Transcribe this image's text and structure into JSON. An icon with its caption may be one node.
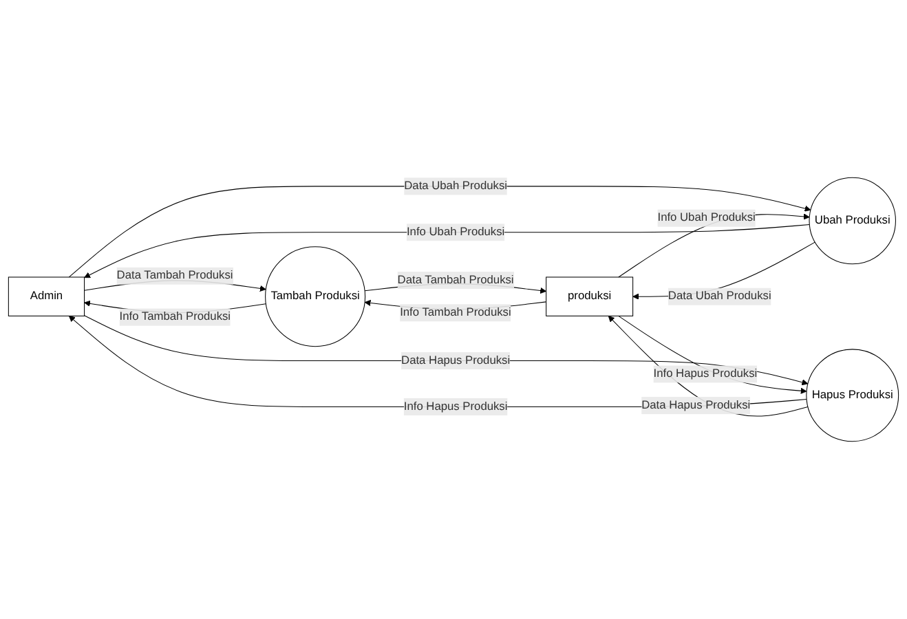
{
  "diagram": {
    "nodes": [
      {
        "text": [
          "Admin"
        ]
      },
      {
        "text": [
          "Tambah Produksi"
        ]
      },
      {
        "text": [
          "Ubah Produksi"
        ]
      },
      {
        "text": [
          "Hapus Produksi"
        ]
      },
      {
        "text": [
          "produksi"
        ]
      }
    ],
    "edges": [
      {
        "from": 0,
        "to": 1,
        "arrow": "to",
        "label": "Data Tambah Produksi"
      },
      {
        "from": 1,
        "to": 0,
        "arrow": "to",
        "label": "Info Tambah Produksi"
      },
      {
        "from": 1,
        "to": 4,
        "arrow": "to",
        "label": "Data Tambah Produksi"
      },
      {
        "from": 4,
        "to": 1,
        "arrow": "to",
        "label": "Info Tambah Produksi"
      },
      {
        "from": 0,
        "to": 2,
        "arrow": "to",
        "label": "Data Ubah Produksi"
      },
      {
        "from": 2,
        "to": 0,
        "arrow": "to",
        "label": "Info Ubah Produksi"
      },
      {
        "from": 2,
        "to": 4,
        "arrow": "to",
        "label": "Data Ubah Produksi"
      },
      {
        "from": 4,
        "to": 2,
        "arrow": "to",
        "label": "Info Ubah Produksi"
      },
      {
        "from": 0,
        "to": 3,
        "arrow": "to",
        "label": "Data Hapus Produksi"
      },
      {
        "from": 3,
        "to": 0,
        "arrow": "to",
        "label": "Info Hapus Produksi"
      },
      {
        "from": 3,
        "to": 4,
        "arrow": "to",
        "label": "Data Hapus Produksi"
      },
      {
        "from": 4,
        "to": 3,
        "arrow": "to",
        "label": "Info Hapus Produksi"
      }
    ]
  }
}
